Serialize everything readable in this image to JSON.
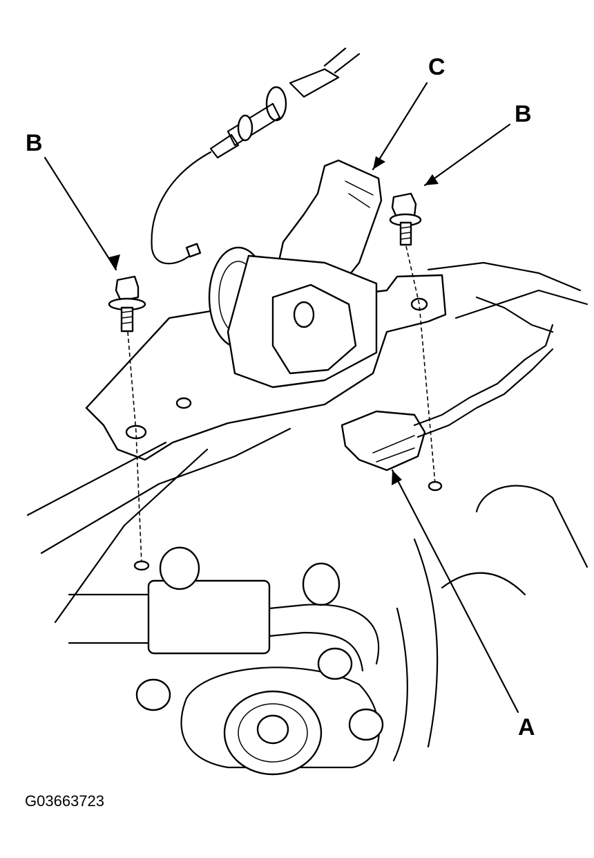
{
  "figure_id": "G03663723",
  "callouts": {
    "a": "A",
    "b_left": "B",
    "b_right": "B",
    "c": "C"
  },
  "colors": {
    "ink": "#000000",
    "paper": "#ffffff"
  }
}
